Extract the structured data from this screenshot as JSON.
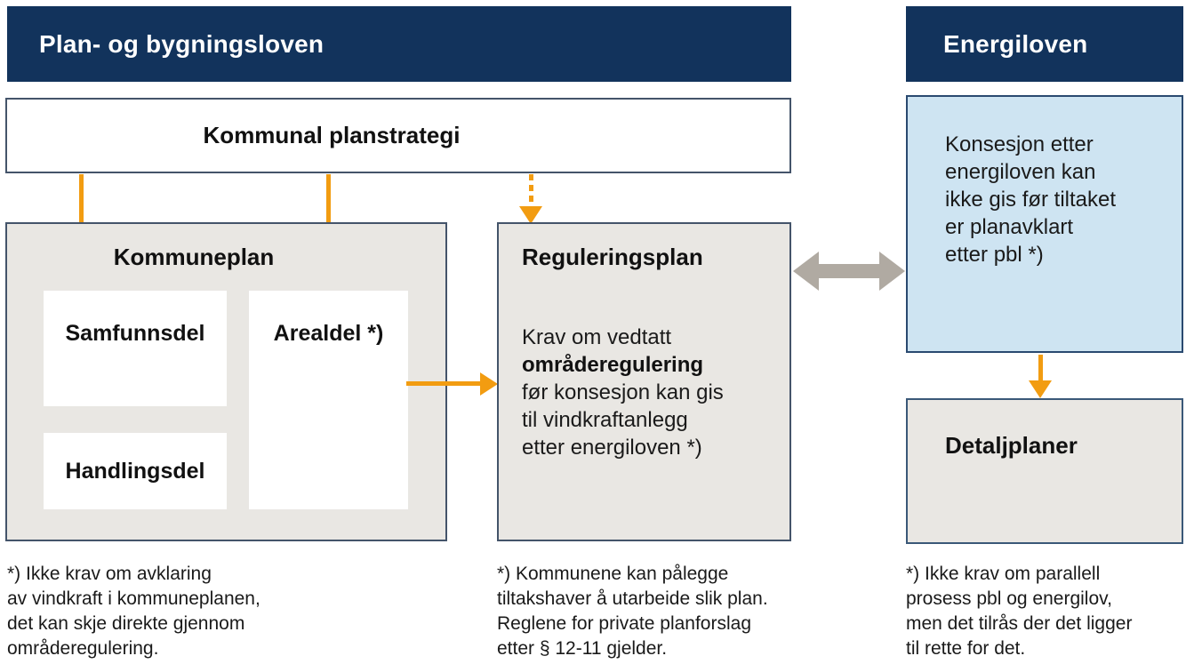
{
  "headers": {
    "left": "Plan- og bygningsloven",
    "right": "Energiloven"
  },
  "planstrategi": {
    "label": "Kommunal planstrategi"
  },
  "kommuneplan": {
    "title": "Kommuneplan",
    "samfunnsdel": "Samfunnsdel",
    "arealdel": "Arealdel *)",
    "handlingsdel": "Handlingsdel"
  },
  "reguleringsplan": {
    "title": "Reguleringsplan",
    "lines": [
      "Krav om vedtatt",
      "områderegulering",
      "før konsesjon kan gis",
      "til vindkraftanlegg",
      "etter energiloven *)"
    ]
  },
  "konsesjon": {
    "lines": [
      "Konsesjon etter",
      "energiloven kan",
      "ikke gis før tiltaket",
      "er planavklart",
      "etter pbl *)"
    ]
  },
  "detaljplaner": {
    "label": "Detaljplaner"
  },
  "footnotes": {
    "fn1": {
      "lines": [
        "*) Ikke krav om avklaring",
        "av vindkraft i kommuneplanen,",
        "det kan skje direkte gjennom",
        "områderegulering."
      ]
    },
    "fn2": {
      "lines": [
        "*) Kommunene kan pålegge",
        "tiltakshaver å utarbeide slik plan.",
        "Reglene for private planforslag",
        "etter § 12-11 gjelder."
      ]
    },
    "fn3": {
      "lines": [
        "*) Ikke krav om parallell",
        "prosess pbl og energilov,",
        "men det tilrås der det ligger",
        "til rette for det."
      ]
    }
  },
  "colors": {
    "navy_header": "#12335C",
    "gray_box_fill": "#E9E7E3",
    "box_border": "#44546A",
    "light_blue_fill": "#CEE4F2",
    "light_blue_border": "#2A4A70",
    "arrow_orange": "#F29C11",
    "double_arrow_gray": "#B0AAA2"
  }
}
